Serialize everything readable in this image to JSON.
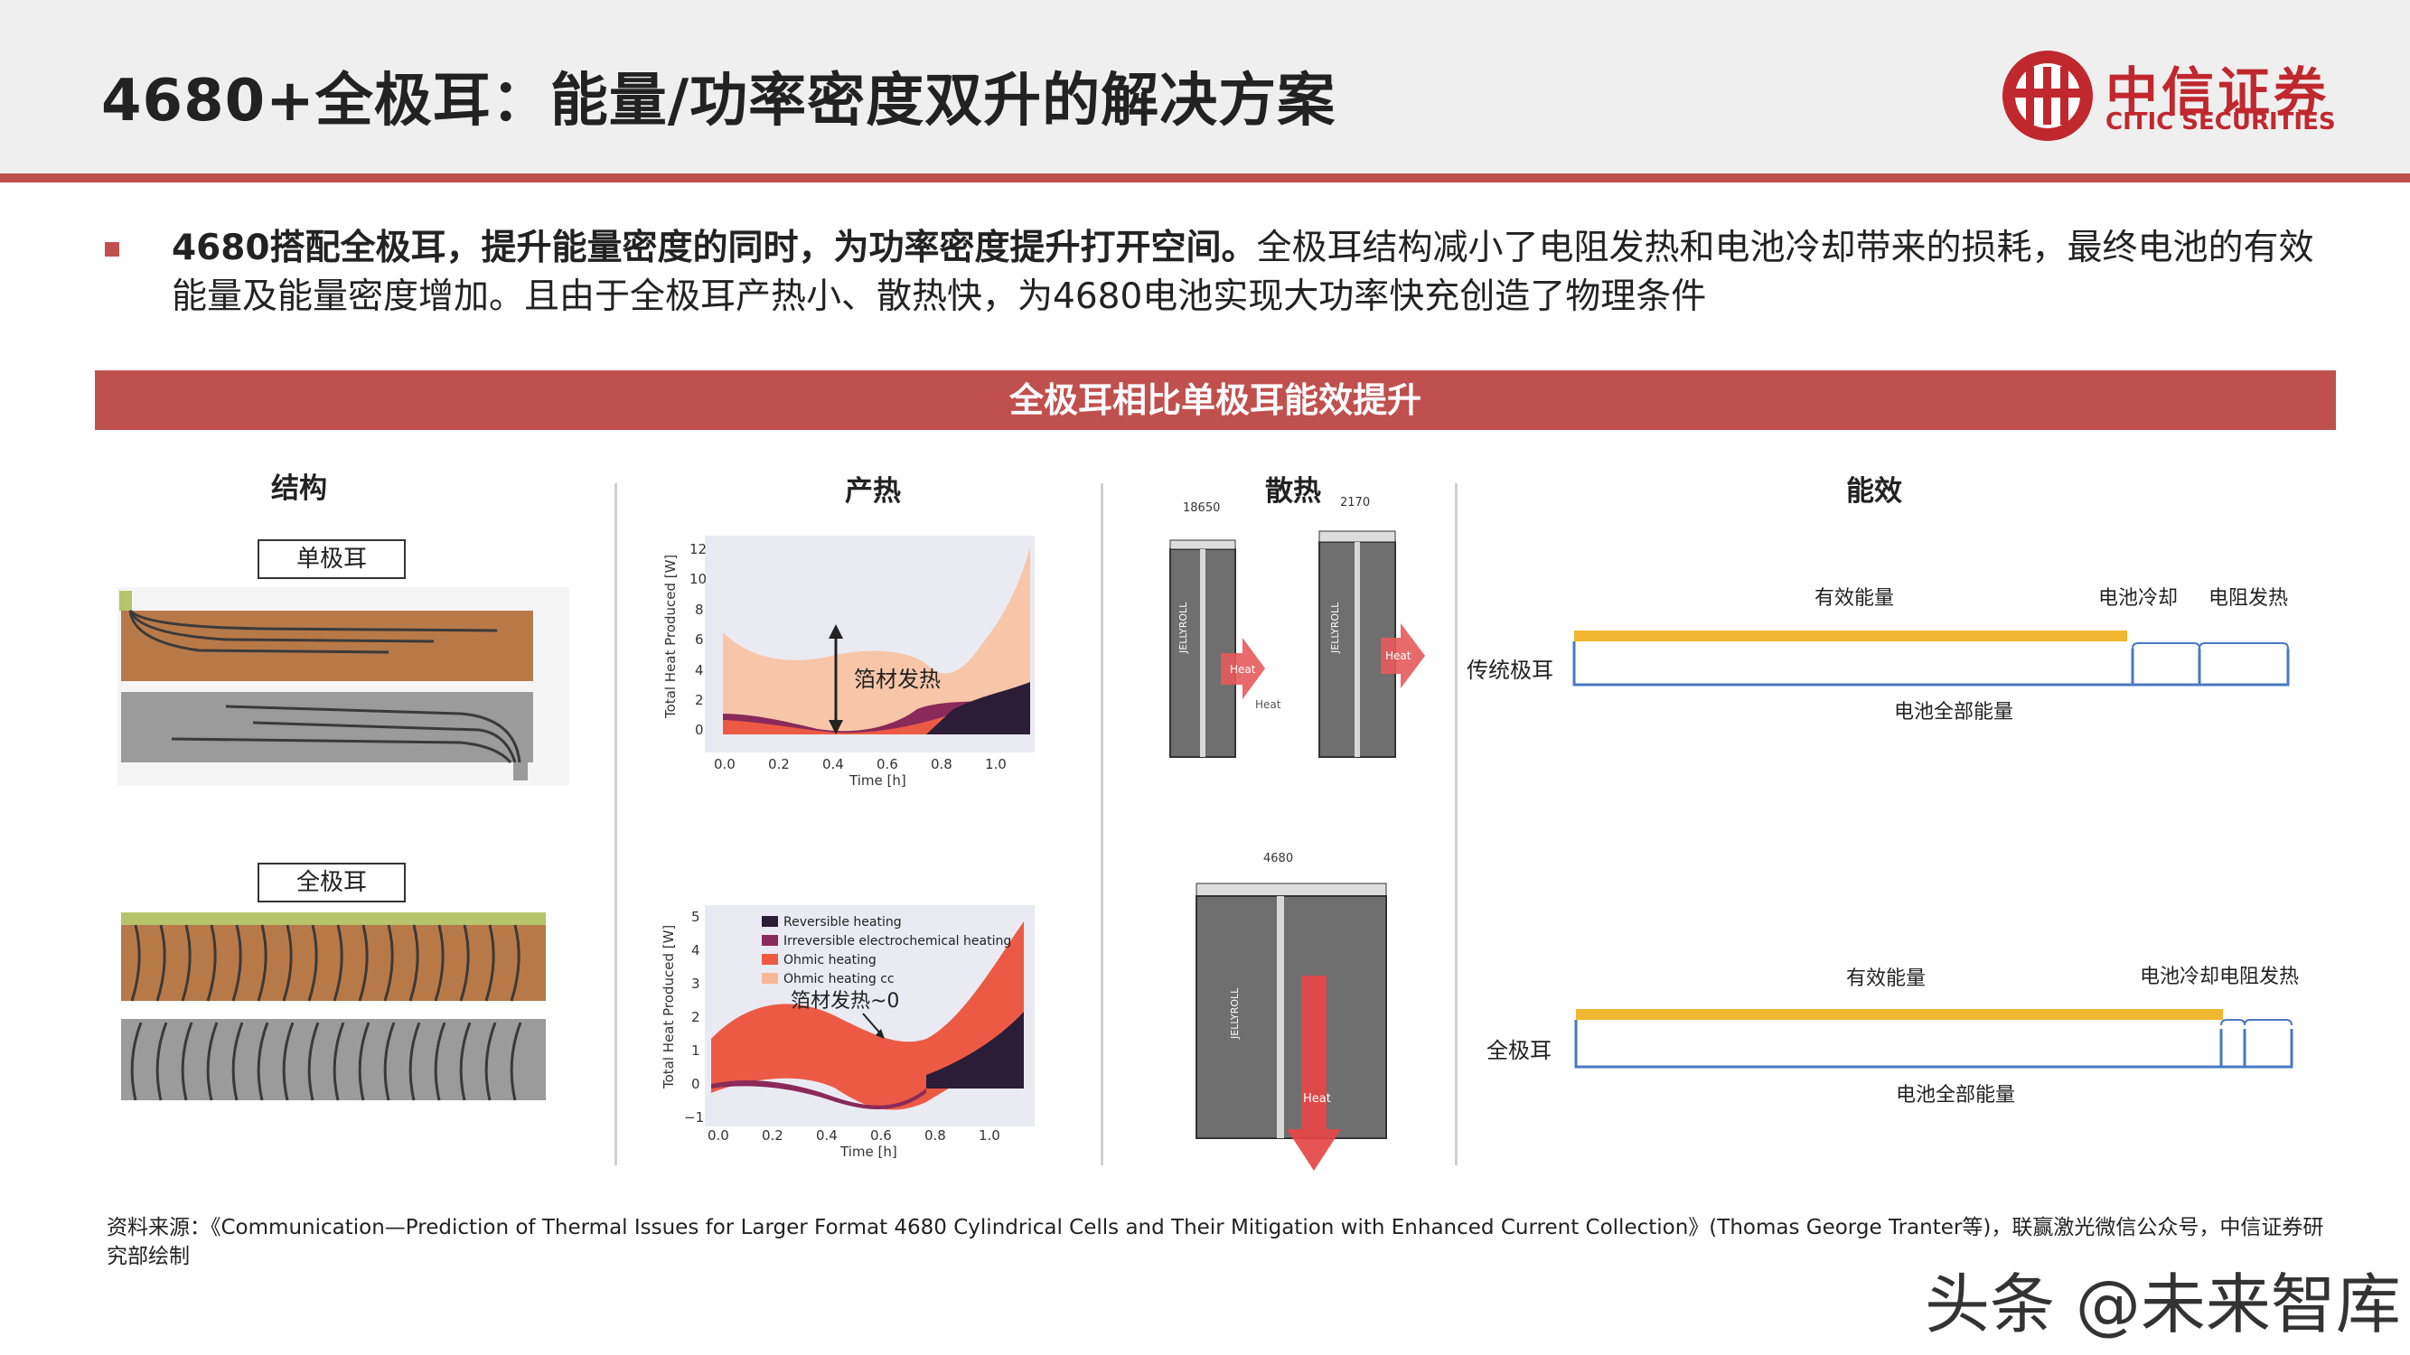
{
  "header": {
    "title": "4680+全极耳：能量/功率密度双升的解决方案",
    "logo_cn": "中信证券",
    "logo_en": "CITIC SECURITIES"
  },
  "intro": {
    "bold": "4680搭配全极耳，提升能量密度的同时，为功率密度提升打开空间。",
    "text": "全极耳结构减小了电阻发热和电池冷却带来的损耗，最终电池的有效能量及能量密度增加。且由于全极耳产热小、散热快，为4680电池实现大功率快充创造了物理条件"
  },
  "banner": {
    "title": "全极耳相比单极耳能效提升"
  },
  "sections": {
    "structure": {
      "title": "结构",
      "single_tab": "单极耳",
      "full_tab": "全极耳"
    },
    "heat_gen": {
      "title": "产热",
      "chart1": {
        "ylabel": "Total Heat Produced [W]",
        "xlabel": "Time [h]",
        "yticks": [
          "12",
          "10",
          "8",
          "6",
          "4",
          "2",
          "0"
        ],
        "xticks": [
          "0.0",
          "0.2",
          "0.4",
          "0.6",
          "0.8",
          "1.0"
        ],
        "annotation": "箔材发热"
      },
      "chart2": {
        "ylabel": "Total Heat Produced [W]",
        "xlabel": "Time [h]",
        "yticks": [
          "5",
          "4",
          "3",
          "2",
          "1",
          "0",
          "−1"
        ],
        "xticks": [
          "0.0",
          "0.2",
          "0.4",
          "0.6",
          "0.8",
          "1.0"
        ],
        "annotation": "箔材发热~0",
        "legend": [
          "Reversible heating",
          "Irreversible electrochemical heating",
          "Ohmic heating",
          "Ohmic heating cc"
        ],
        "colors": [
          "#2b1d36",
          "#8a2a5a",
          "#ec5a45",
          "#f7b89a"
        ]
      }
    },
    "heat_diss": {
      "title": "散热",
      "cell1_label": "18650",
      "cell2_label": "2170",
      "cell3_label": "4680",
      "jellyroll": "JELLYROLL",
      "heat": "Heat"
    },
    "efficiency": {
      "title": "能效",
      "traditional": {
        "row_label": "传统极耳",
        "effective": "有效能量",
        "cooling": "电池冷却",
        "resist": "电阻发热",
        "total": "电池全部能量"
      },
      "full": {
        "row_label": "全极耳",
        "effective": "有效能量",
        "cooling_resist": "电池冷却电阻发热",
        "total": "电池全部能量"
      }
    }
  },
  "source": "资料来源：《Communication—Prediction of Thermal Issues for Larger Format 4680 Cylindrical Cells and Their Mitigation with Enhanced Current Collection》(Thomas George Tranter等)，联赢激光微信公众号，中信证券研究部绘制",
  "watermark": "头条 @未来智库"
}
